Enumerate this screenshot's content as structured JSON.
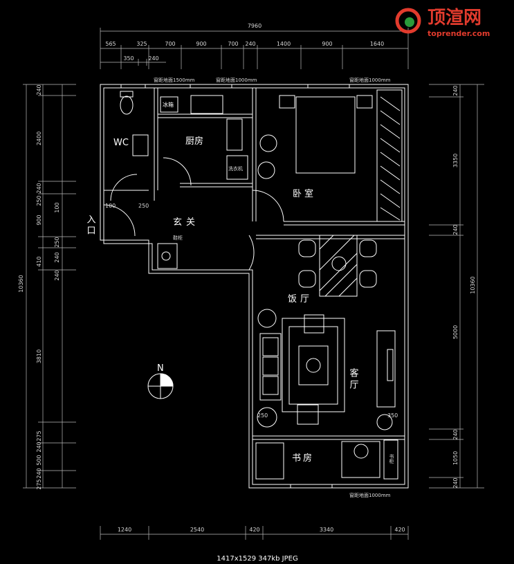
{
  "watermark": {
    "title": "顶渲网",
    "url": "toprender.com"
  },
  "top_dims": {
    "overall": "7960",
    "row1": [
      "565",
      "325",
      "700",
      "900",
      "700",
      "240",
      "1400",
      "900",
      "1640"
    ],
    "row2": [
      "350",
      "240"
    ]
  },
  "bottom_dims": [
    "1240",
    "2540",
    "420",
    "3340",
    "420"
  ],
  "left_dims": {
    "overall": "10360",
    "segments": [
      "240",
      "2400",
      "240",
      "250",
      "100",
      "900",
      "250",
      "410",
      "240",
      "240",
      "3810",
      "275",
      "240",
      "500",
      "240",
      "275"
    ]
  },
  "right_dims": {
    "overall": "10360",
    "segments": [
      "240",
      "3350",
      "240",
      "5000",
      "240",
      "1050",
      "240"
    ]
  },
  "rooms": {
    "wc": "WC",
    "kitchen": "厨房",
    "bedroom": "卧室",
    "foyer": "玄关",
    "dining": "饭厅",
    "living": "客厅",
    "study": "书房",
    "entrance": "入口"
  },
  "fixtures": {
    "fridge": "冰箱",
    "washer": "洗衣机",
    "shoe_cabinet": "鞋柜",
    "bookshelf": "书柜"
  },
  "notes": {
    "window1": "窗距地面1500mm",
    "window2": "窗距地面1000mm",
    "window3": "窗距地面1000mm",
    "window4": "窗距地面1000mm",
    "wc_d1": "100",
    "wc_d2": "250",
    "lr1": "250",
    "lr2": "350"
  },
  "north": "N",
  "status_bar": "1417x1529  347kb  JPEG"
}
